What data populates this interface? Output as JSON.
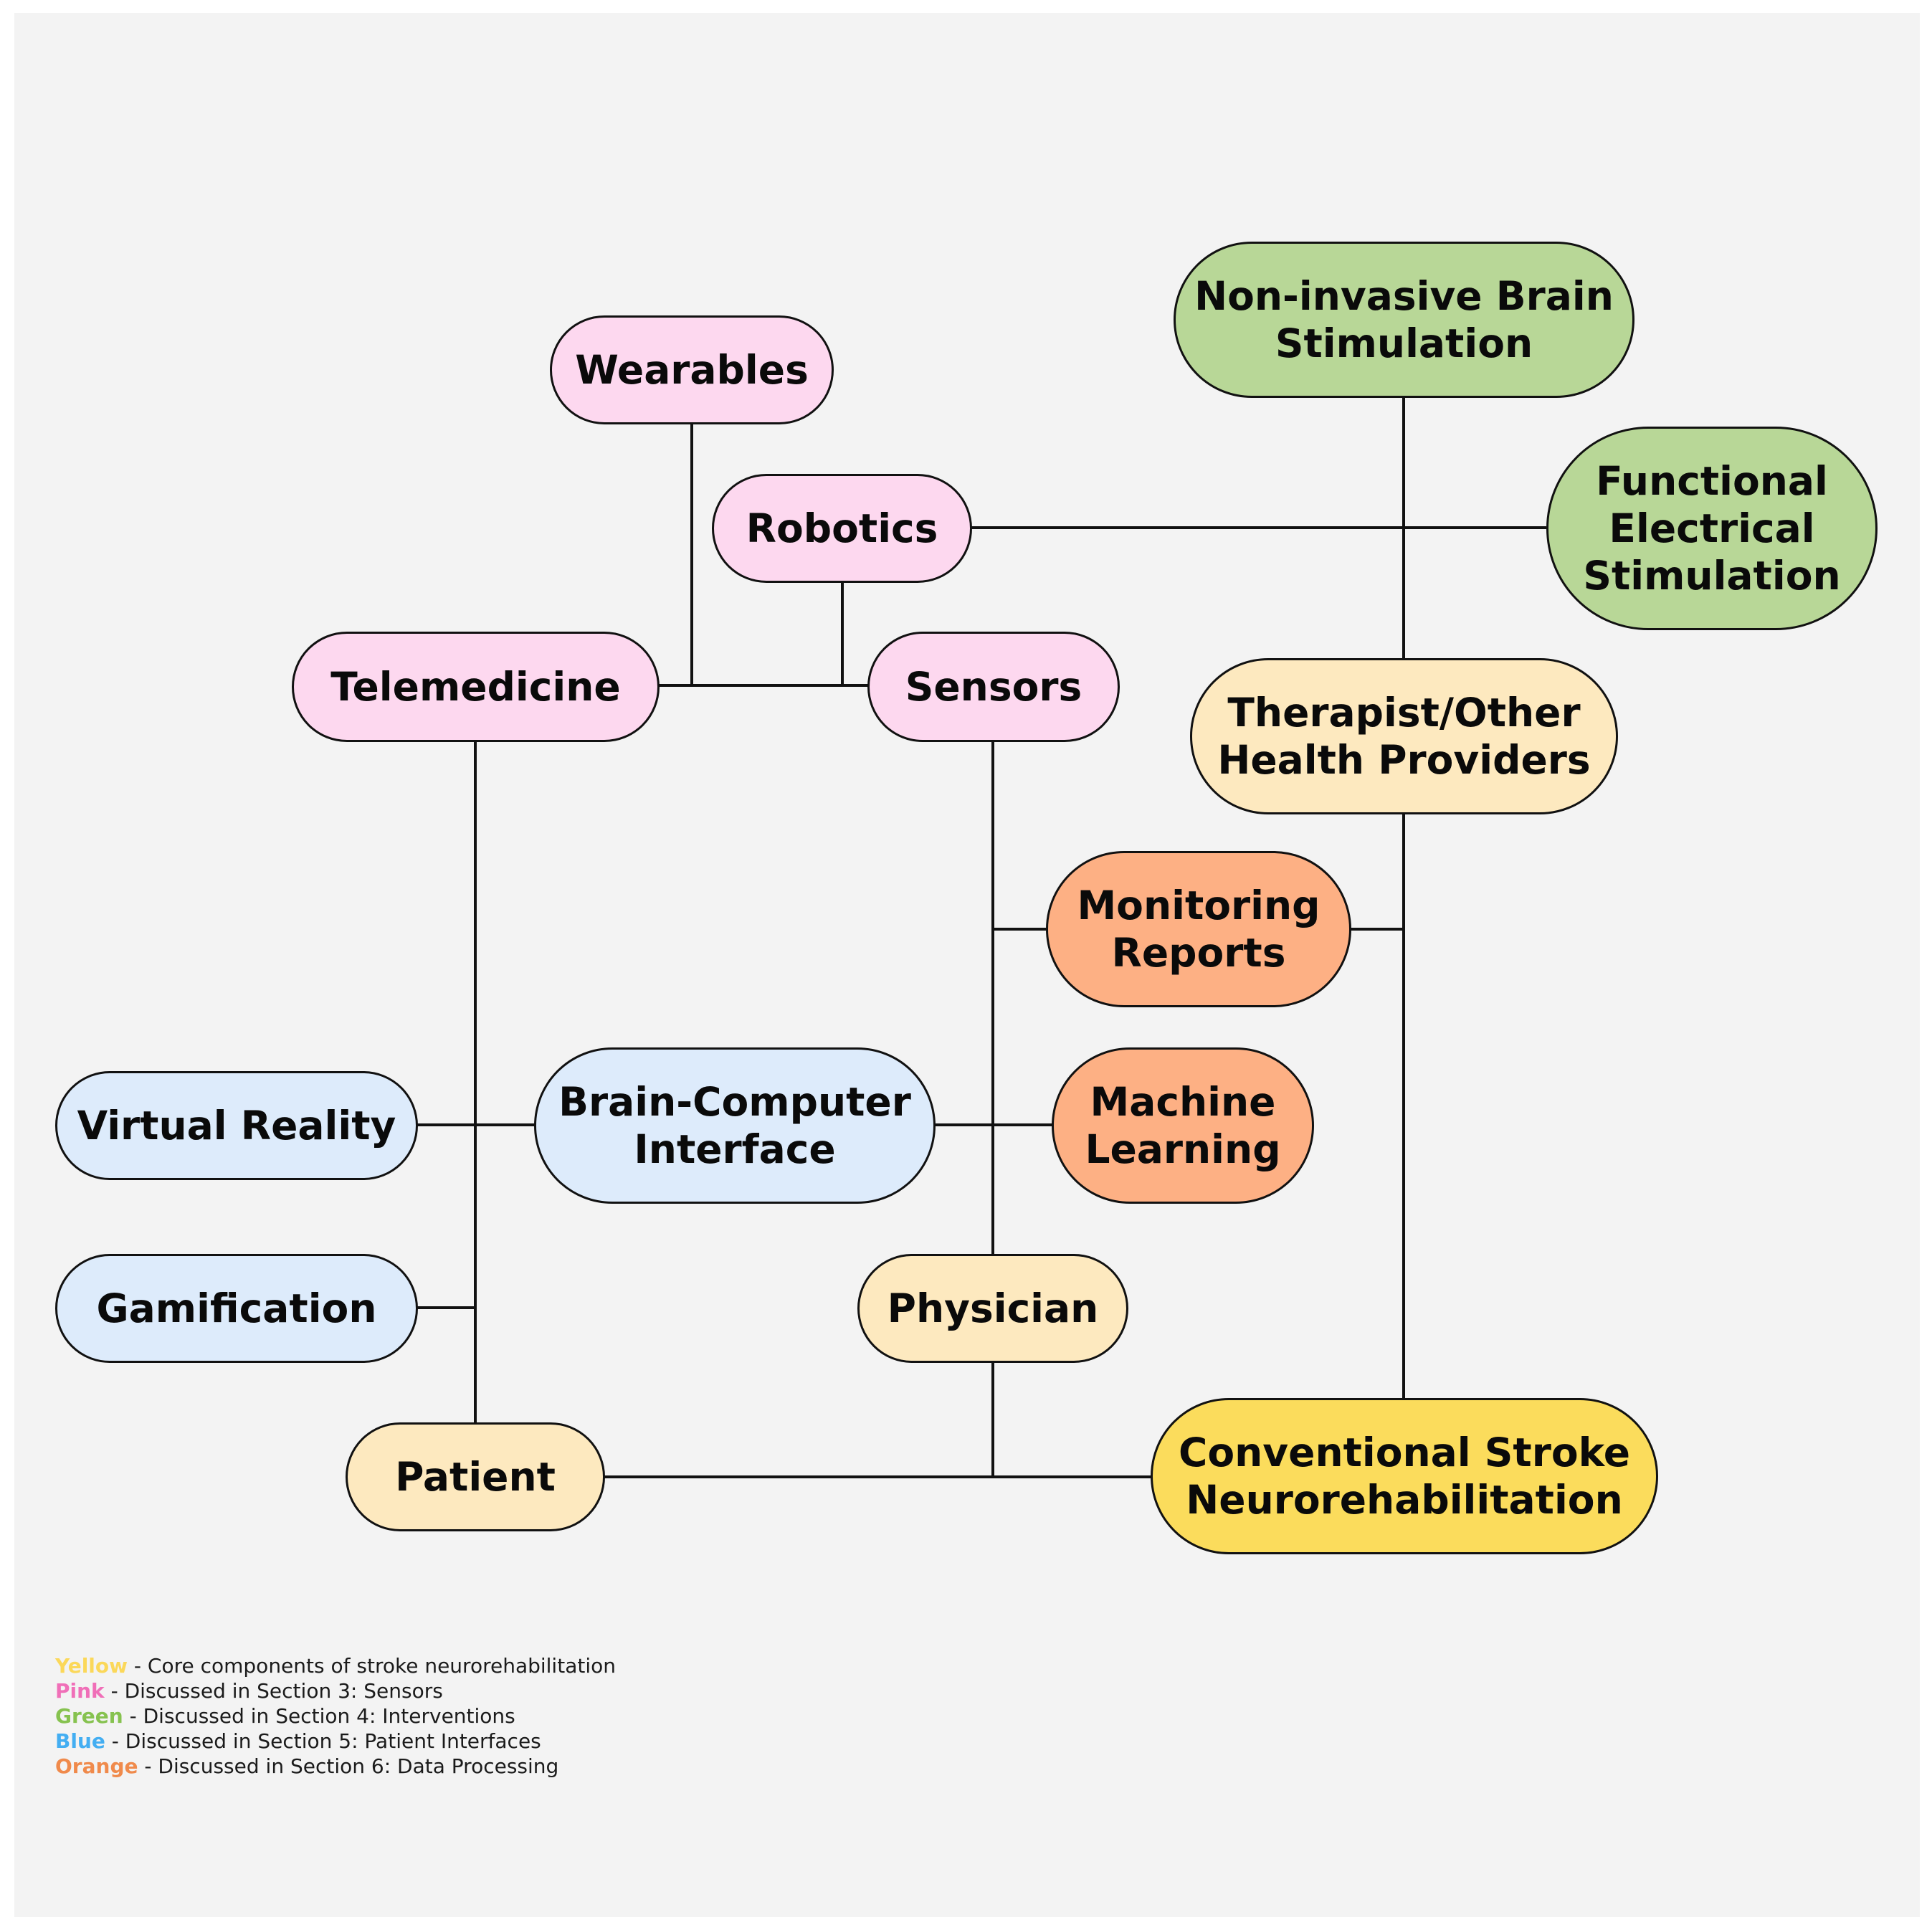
{
  "colors": {
    "yellow": "#fde9bf",
    "yellow_strong": "#fbdc5c",
    "pink": "#fdd8ef",
    "green": "#b8d797",
    "blue": "#ddebfb",
    "orange": "#fdb084",
    "edge": "#111111",
    "background": "#f3f3f3"
  },
  "nodes": {
    "wearables": "Wearables",
    "robotics": "Robotics",
    "telemedicine": "Telemedicine",
    "sensors": "Sensors",
    "nibs": "Non-invasive Brain\nStimulation",
    "fes": "Functional\nElectrical\nStimulation",
    "therapist": "Therapist/Other\nHealth Providers",
    "monitoring": "Monitoring\nReports",
    "bci": "Brain-Computer\nInterface",
    "ml": "Machine\nLearning",
    "vr": "Virtual Reality",
    "gamification": "Gamification",
    "physician": "Physician",
    "patient": "Patient",
    "csn": "Conventional Stroke\nNeurorehabilitation"
  },
  "legend": [
    {
      "key": "Yellow",
      "color": "#fbd85a",
      "text": " - Core components of stroke neurorehabilitation"
    },
    {
      "key": "Pink",
      "color": "#f06fb8",
      "text": " - Discussed in Section 3: Sensors"
    },
    {
      "key": "Green",
      "color": "#86c24f",
      "text": " - Discussed in Section 4: Interventions"
    },
    {
      "key": "Blue",
      "color": "#43aef2",
      "text": " - Discussed in Section 5: Patient Interfaces"
    },
    {
      "key": "Orange",
      "color": "#f08a4b",
      "text": " - Discussed in Section 6: Data Processing"
    }
  ]
}
